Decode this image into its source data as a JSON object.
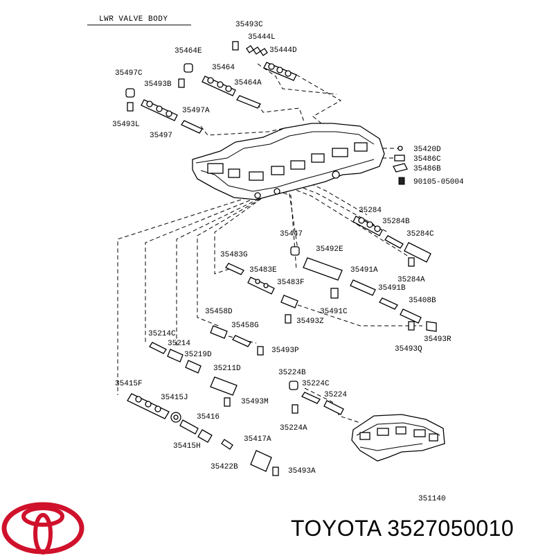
{
  "header": {
    "title": "LWR VALVE BODY"
  },
  "parts": {
    "p35493C": "35493C",
    "p35444L": "35444L",
    "p35444D": "35444D",
    "p35464E": "35464E",
    "p35464": "35464",
    "p35497C": "35497C",
    "p35493B": "35493B",
    "p35464A": "35464A",
    "p35493L": "35493L",
    "p35497A": "35497A",
    "p35497": "35497",
    "p35420D": "35420D",
    "p35486C": "35486C",
    "p35486B": "35486B",
    "p90105": "90105-05004",
    "p35284": "35284",
    "p35284B": "35284B",
    "p35284C": "35284C",
    "p35447": "35447",
    "p35492E": "35492E",
    "p35483G": "35483G",
    "p35491A": "35491A",
    "p35284A": "35284A",
    "p35483E": "35483E",
    "p35491B": "35491B",
    "p35483F": "35483F",
    "p35408B": "35408B",
    "p35491C": "35491C",
    "p35458D": "35458D",
    "p35493Z": "35493Z",
    "p35458G": "35458G",
    "p35493R": "35493R",
    "p35214C": "35214C",
    "p35493Q": "35493Q",
    "p35214": "35214",
    "p35493P": "35493P",
    "p35219D": "35219D",
    "p35211D": "35211D",
    "p35224B": "35224B",
    "p35415F": "35415F",
    "p35224C": "35224C",
    "p35415J": "35415J",
    "p35224": "35224",
    "p35493M": "35493M",
    "p35416": "35416",
    "p35224A": "35224A",
    "p35415H": "35415H",
    "p35417A": "35417A",
    "p35422B": "35422B",
    "p35493A": "35493A"
  },
  "diagram_code": "351140",
  "footer": {
    "brand": "TOYOTA",
    "part_number": "3527050010"
  },
  "colors": {
    "logo": "#d0112b",
    "ink": "#000000"
  }
}
